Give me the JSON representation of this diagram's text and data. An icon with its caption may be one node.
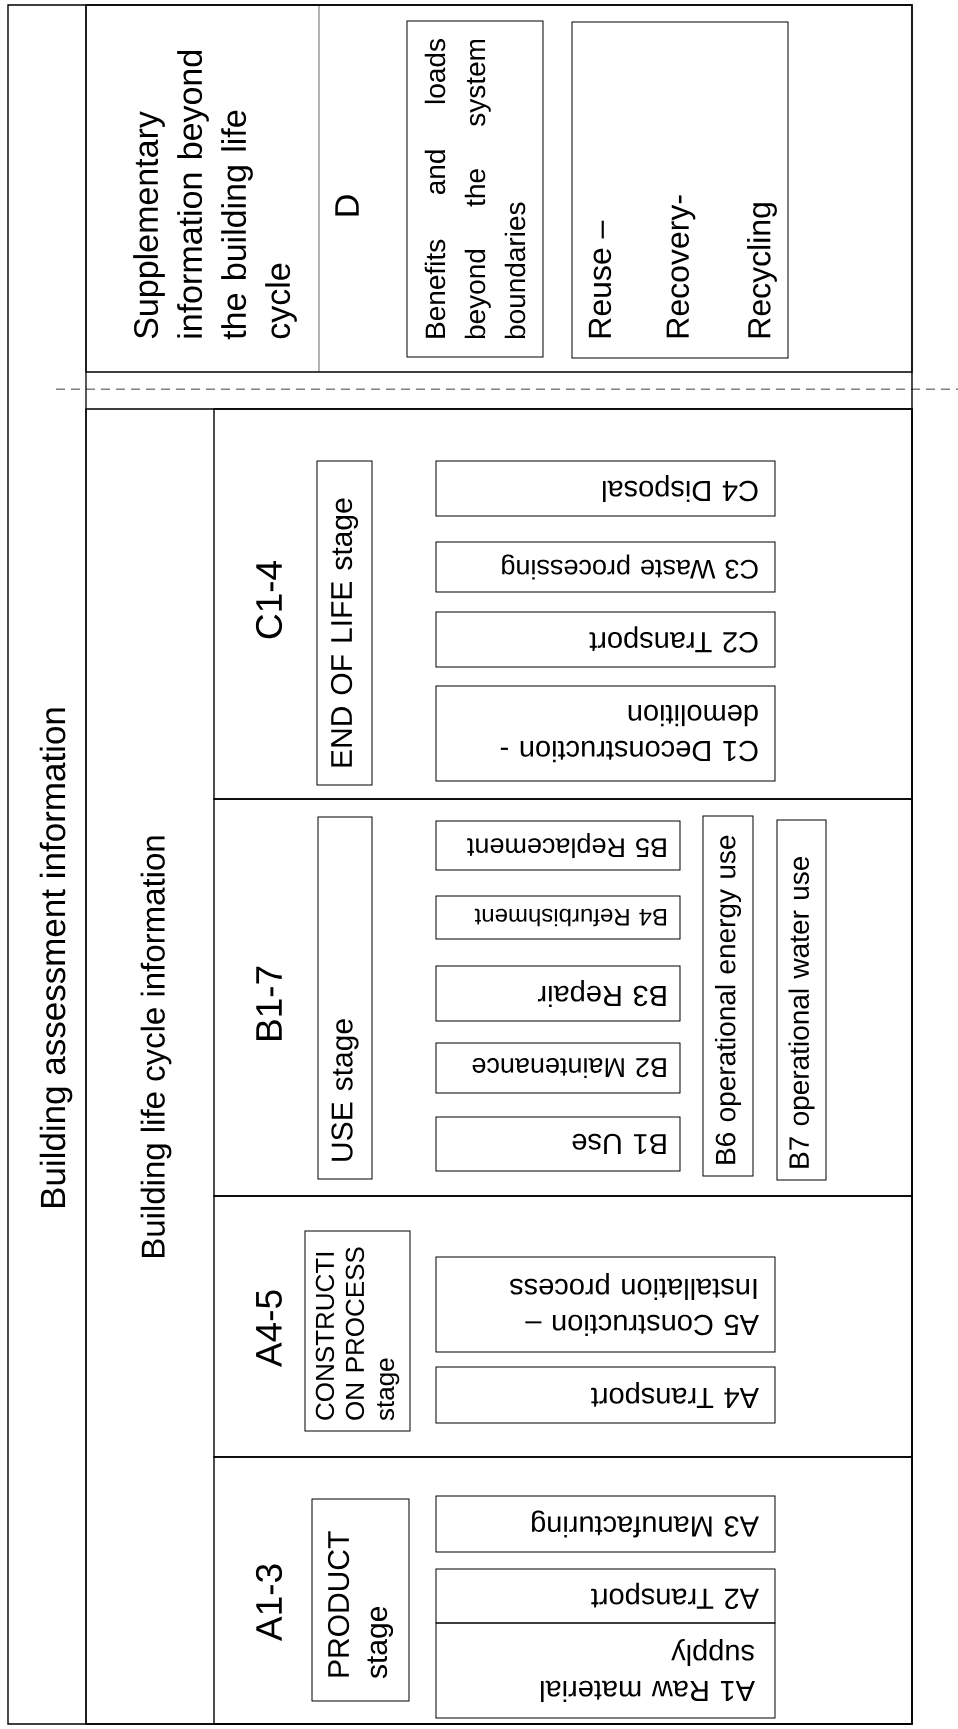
{
  "diagram": {
    "nodes": [
      {
        "text": [
          "Building assessment information"
        ]
      },
      {
        "text": [
          "Supplementary information beyond the building life cycle",
          "D"
        ],
        "in": 0
      },
      {
        "text": [
          "Benefits and loads beyond the system boundaries"
        ],
        "in": 1
      },
      {
        "text": [
          "Reuse –",
          "Recovery-",
          "Recycling"
        ],
        "in": 1
      },
      {
        "text": [
          "Building life cycle information"
        ],
        "in": 0
      },
      {
        "text": [
          "A1-3"
        ],
        "in": 4
      },
      {
        "text": [
          "PRODUCT stage"
        ],
        "in": 5
      },
      {
        "text": [
          "A1 Raw material supply"
        ],
        "in": 5
      },
      {
        "text": [
          "A2 Transport"
        ],
        "in": 5
      },
      {
        "text": [
          "A3 Manufacturing"
        ],
        "in": 5
      },
      {
        "text": [
          "A4-5"
        ],
        "in": 4
      },
      {
        "text": [
          "CONSTRUCTI ON PROCESS stage"
        ],
        "in": 10
      },
      {
        "text": [
          "A4 Transport"
        ],
        "in": 10
      },
      {
        "text": [
          "A5 Construction – Installation process"
        ],
        "in": 10
      },
      {
        "text": [
          "B1-7"
        ],
        "in": 4
      },
      {
        "text": [
          "USE stage"
        ],
        "in": 14
      },
      {
        "text": [
          "B1 Use"
        ],
        "in": 14
      },
      {
        "text": [
          "B2 Maintenance"
        ],
        "in": 14
      },
      {
        "text": [
          "B3 Repair"
        ],
        "in": 14
      },
      {
        "text": [
          "B4 Refurbishment"
        ],
        "in": 14
      },
      {
        "text": [
          "B5 Replacement"
        ],
        "in": 14
      },
      {
        "text": [
          "B6 operational energy use"
        ],
        "in": 14
      },
      {
        "text": [
          "B7 operational water use"
        ],
        "in": 14
      },
      {
        "text": [
          "C1-4"
        ],
        "in": 4
      },
      {
        "text": [
          "END OF LIFE stage"
        ],
        "in": 23
      },
      {
        "text": [
          "C1 Deconstruction - demolition"
        ],
        "in": 23
      },
      {
        "text": [
          "C2 Transport"
        ],
        "in": 23
      },
      {
        "text": [
          "C3 Waste processing"
        ],
        "in": 23
      },
      {
        "text": [
          "C4 Disposal"
        ],
        "in": 23
      }
    ]
  }
}
